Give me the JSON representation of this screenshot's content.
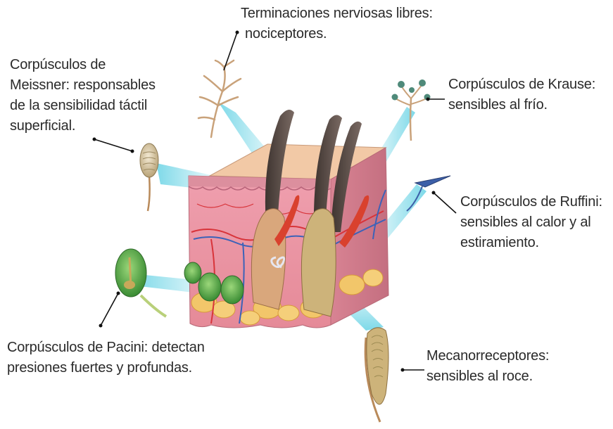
{
  "labels": {
    "terminaciones": {
      "line1": "Terminaciones nerviosas libres:",
      "line2": "nociceptores."
    },
    "meissner": {
      "line1": "Corpúsculos de",
      "line2": "Meissner: responsables",
      "line3": "de la sensibilidad táctil",
      "line4": "superficial."
    },
    "krause": {
      "line1": "Corpúsculos de Krause:",
      "line2": "sensibles al frío."
    },
    "ruffini": {
      "line1": "Corpúsculos de Ruffini:",
      "line2": "sensibles al calor y al",
      "line3": "estiramiento."
    },
    "pacini": {
      "line1": "Corpúsculos de Pacini: detectan",
      "line2": "presiones fuertes y profundas."
    },
    "mecanorreceptores": {
      "line1": "Mecanorreceptores:",
      "line2": "sensibles al roce."
    }
  },
  "colors": {
    "text": "#2a2a2a",
    "beam": "#5fd0e3",
    "skin_epidermis": "#e9b79a",
    "skin_dermis": "#e79aa6",
    "fat": "#f2c66a",
    "pacini_green": "#4aa34a",
    "hair": "#5a4a44",
    "vessel_red": "#d8343a",
    "vessel_blue": "#3c62b8"
  },
  "icons": [
    "free-nerve-ending-icon",
    "meissner-corpuscle-icon",
    "krause-bulb-icon",
    "ruffini-ending-icon",
    "pacini-corpuscle-icon",
    "hair-follicle-receptor-icon",
    "skin-cross-section-illustration"
  ]
}
